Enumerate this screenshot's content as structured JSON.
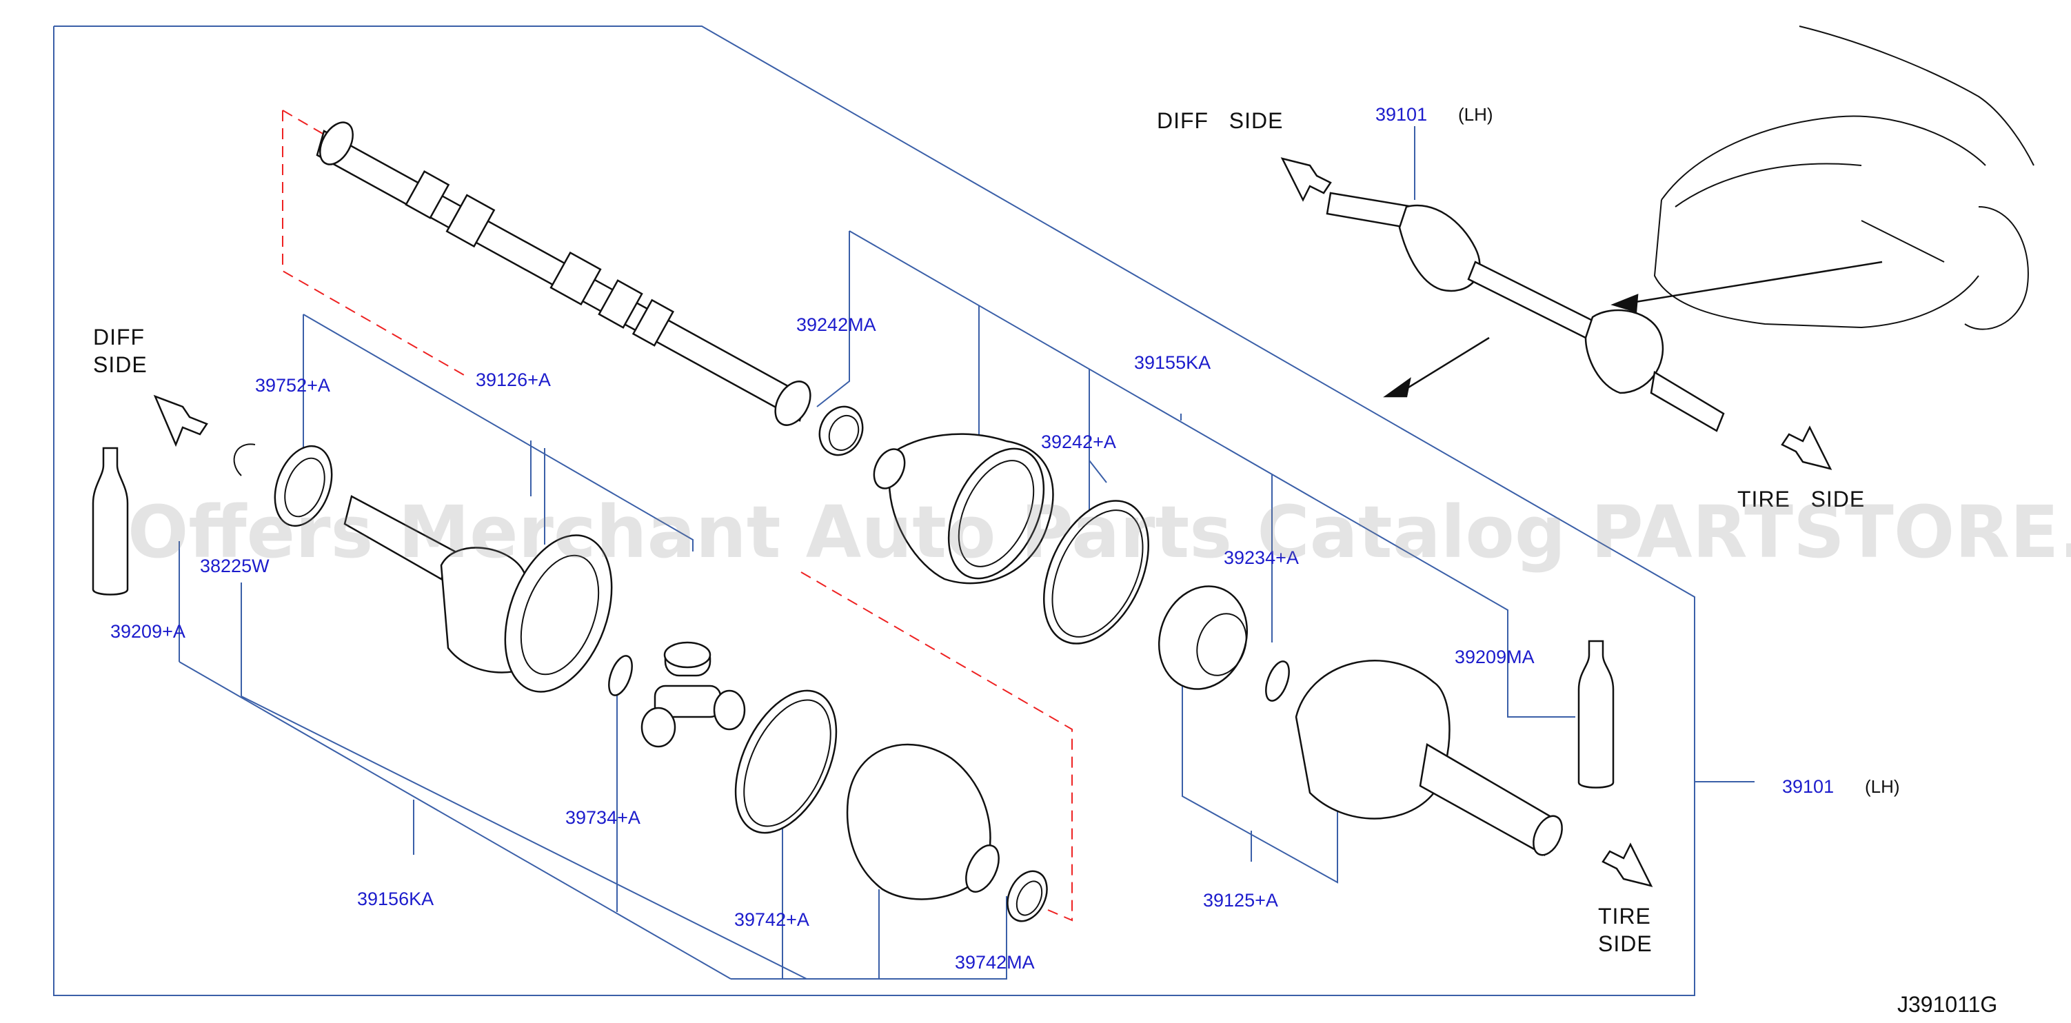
{
  "colors": {
    "leader_line": "#3a5fa8",
    "part_number_text": "#1c1ccc",
    "dashed_outline": "#ee2222",
    "drawing_stroke": "#111111",
    "text": "#111111",
    "watermark": "#8a8a8a"
  },
  "watermark": "Offers Merchant Auto Parts Catalog PARTSTORE.SA",
  "drawing_code": "J391011G",
  "sides": {
    "diff_side_top": "DIFF   SIDE",
    "diff_side_left_1": "DIFF",
    "diff_side_left_2": "SIDE",
    "tire_side_top": "TIRE   SIDE",
    "tire_side_bottom_1": "TIRE",
    "tire_side_bottom_2": "SIDE"
  },
  "parts": {
    "p39101_top": "39101",
    "lh_top": "(LH)",
    "p39101_right": "39101",
    "lh_right": "(LH)",
    "p39242MA": "39242MA",
    "p39155KA": "39155KA",
    "p39242A": "39242+A",
    "p39234A": "39234+A",
    "p39209MA": "39209MA",
    "p39752A": "39752+A",
    "p39126A": "39126+A",
    "p38225W": "38225W",
    "p39209A": "39209+A",
    "p39734A": "39734+A",
    "p39156KA": "39156KA",
    "p39742A": "39742+A",
    "p39742MA": "39742MA",
    "p39125A": "39125+A"
  },
  "icons": {
    "arrow": "hollow-arrow-icon",
    "grease_tube": "grease-tube-icon",
    "vehicle": "vehicle-outline-icon"
  }
}
